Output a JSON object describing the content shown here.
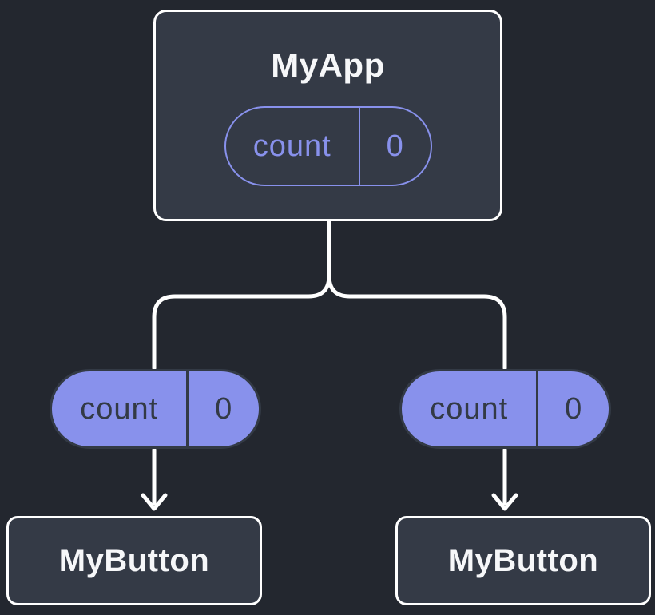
{
  "diagram": {
    "root": {
      "title": "MyApp",
      "pill": {
        "name": "count",
        "value": "0"
      }
    },
    "branches": [
      {
        "pill": {
          "name": "count",
          "value": "0"
        },
        "node_title": "MyButton"
      },
      {
        "pill": {
          "name": "count",
          "value": "0"
        },
        "node_title": "MyButton"
      }
    ]
  },
  "colors": {
    "background": "#23272F",
    "node_fill": "#343A46",
    "node_border": "#FFFFFF",
    "node_text": "#F6F7F9",
    "accent_purple": "#8891EC",
    "pill_dark": "#333A45",
    "connector": "#FFFFFF"
  }
}
